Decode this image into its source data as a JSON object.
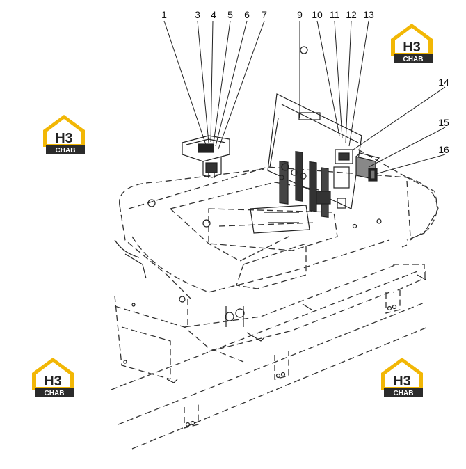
{
  "diagram": {
    "callouts": [
      "1",
      "3",
      "4",
      "5",
      "6",
      "7",
      "9",
      "10",
      "11",
      "12",
      "13",
      "14",
      "15",
      "16"
    ]
  },
  "watermark": {
    "letters": "H3",
    "caption": "CHAB",
    "accent_color": "#f2b705",
    "dark_color": "#2b2b2b"
  },
  "colors": {
    "line": "#222222",
    "dashed": "#333333",
    "background": "#ffffff"
  }
}
